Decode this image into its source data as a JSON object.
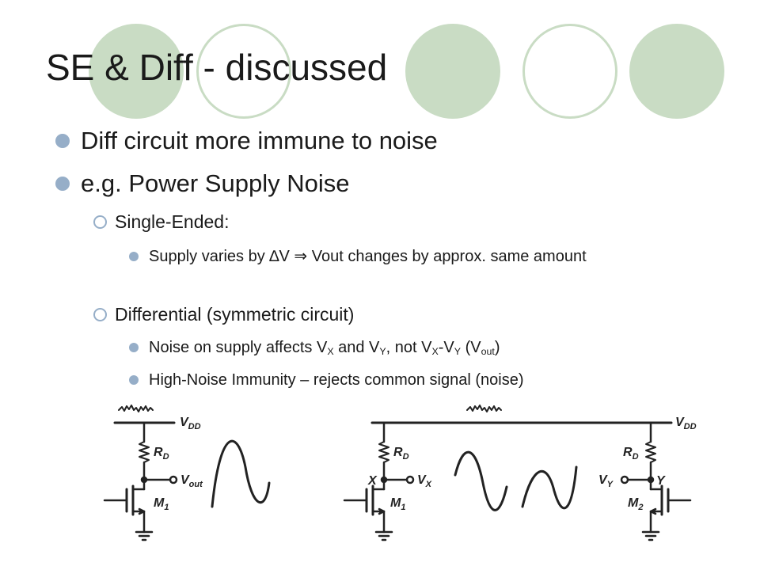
{
  "slide": {
    "title": "SE & Diff - discussed",
    "bullets": {
      "b1": "Diff circuit more immune to noise",
      "b2": "e.g. Power Supply Noise",
      "se_label": "Single-Ended:",
      "se_line": "Supply varies by ∆V ⇒ Vout changes by approx. same amount",
      "diff_label": "Differential (symmetric circuit)",
      "diff_noise": {
        "p1": "Noise on supply affects V",
        "s1": "X",
        "p2": " and V",
        "s2": "Y",
        "p3": ", not V",
        "s3": "X",
        "p4": "-V",
        "s4": "Y",
        "p5": " (V",
        "s5": "out",
        "p6": ")"
      },
      "diff_reject": "High-Noise Immunity – rejects common signal (noise)"
    }
  },
  "circuits": {
    "se": {
      "vdd": "V",
      "vdd_sub": "DD",
      "rd": "R",
      "rd_sub": "D",
      "vout": "V",
      "vout_sub": "out",
      "m": "M",
      "m_sub": "1"
    },
    "diff": {
      "vdd": "V",
      "vdd_sub": "DD",
      "rd_left": "R",
      "rd_left_sub": "D",
      "rd_right": "R",
      "rd_right_sub": "D",
      "x_node": "X",
      "vx": "V",
      "vx_sub": "X",
      "y_node": "Y",
      "vy": "V",
      "vy_sub": "Y",
      "m1": "M",
      "m1_sub": "1",
      "m2": "M",
      "m2_sub": "2"
    }
  },
  "colors": {
    "accent": "#c9dcc4",
    "bullet": "#96aec8",
    "text": "#1a1a1a"
  }
}
